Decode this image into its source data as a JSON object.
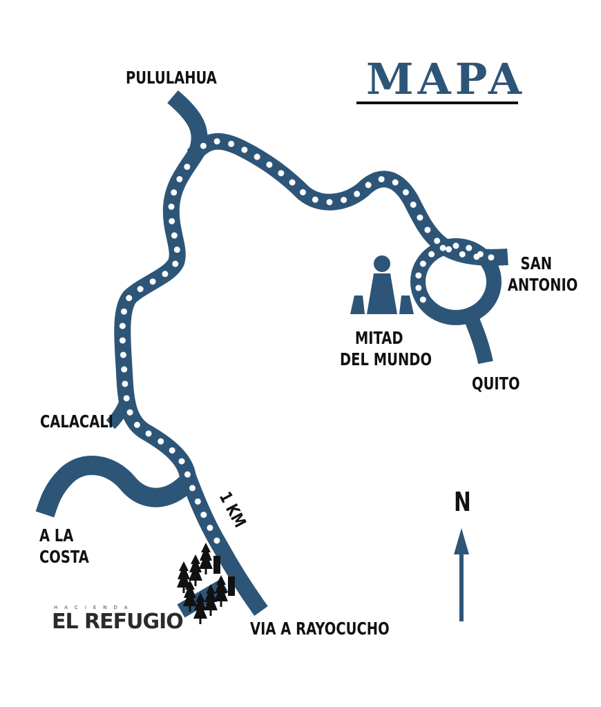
{
  "title": "MAPA",
  "colors": {
    "road": "#2d5577",
    "ink": "#111111",
    "dots": "#ffffff"
  },
  "labels": {
    "pululahua": "PULULAHUA",
    "san_antonio": [
      "SAN",
      "ANTONIO"
    ],
    "mitad_del_mundo": [
      "MITAD",
      "DEL MUNDO"
    ],
    "quito": "QUITO",
    "calacali": "CALACALI",
    "a_la_costa": [
      "A LA",
      "COSTA"
    ],
    "scale": "1 KM",
    "via_a_rayocucho": "VIA A RAYOCUCHO",
    "north": "N"
  },
  "logo": {
    "small": "HACIENDA",
    "name": "EL REFUGIO"
  },
  "icons": [
    "mitad-del-mundo-monument-icon",
    "pine-trees-icon",
    "north-arrow-icon"
  ]
}
